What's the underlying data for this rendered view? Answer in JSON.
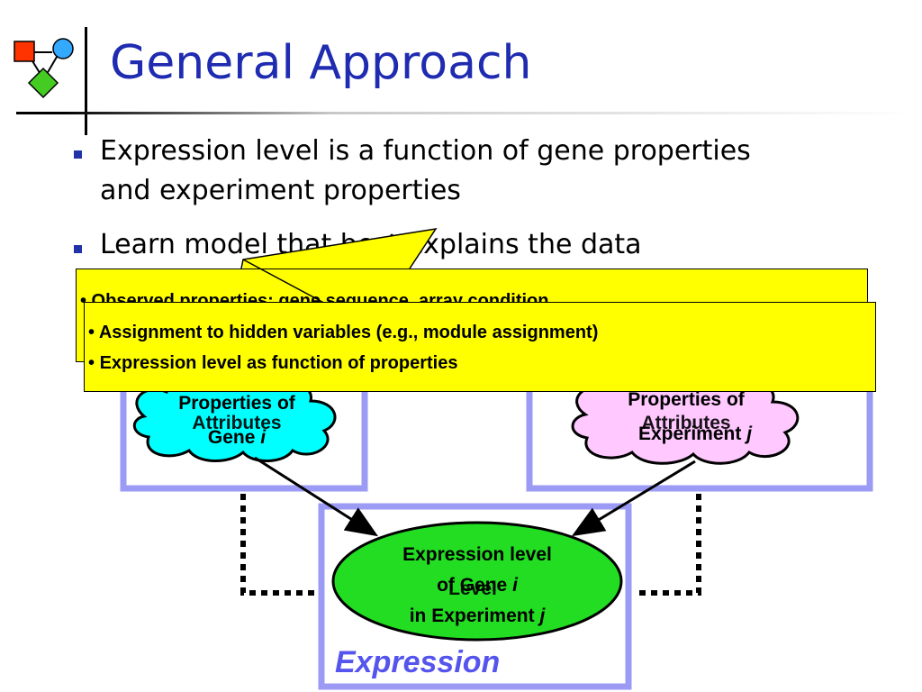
{
  "title": "General Approach",
  "bullets": [
    {
      "line1": "Expression level is a function of gene properties",
      "line2": "and experiment properties"
    },
    {
      "line1": "Learn model that best explains the data"
    }
  ],
  "callout_back": {
    "line1": "• Observed properties: gene sequence, array condition, …"
  },
  "callout_front": {
    "line1": "Assignment to hidden variables (e.g., module assignment)",
    "line2": "Expression level as function of properties"
  },
  "gene_box": {
    "cloud_label_line1": "Properties of",
    "cloud_label_line2": "Gene",
    "cloud_label_var": "i",
    "overlay": "Attributes"
  },
  "experiment_box": {
    "cloud_label_line1": "Properties of",
    "cloud_label_line2": "Experiment",
    "cloud_label_var": "j",
    "overlay": "Attributes"
  },
  "expression_box": {
    "ellipse_line1": "Expression level",
    "ellipse_line2": "of Gene",
    "ellipse_var_i": "i",
    "ellipse_overlay": "Level",
    "ellipse_line3": "in Experiment",
    "ellipse_var_j": "j",
    "box_label": "Expression"
  },
  "colors": {
    "title": "#1f2bb0",
    "box_border": "#9b9bf5",
    "gene_cloud": "#00ffff",
    "experiment_cloud": "#ffc8ff",
    "ellipse": "#22dd22",
    "callout": "#ffff00",
    "box_label": "#5555ee"
  }
}
